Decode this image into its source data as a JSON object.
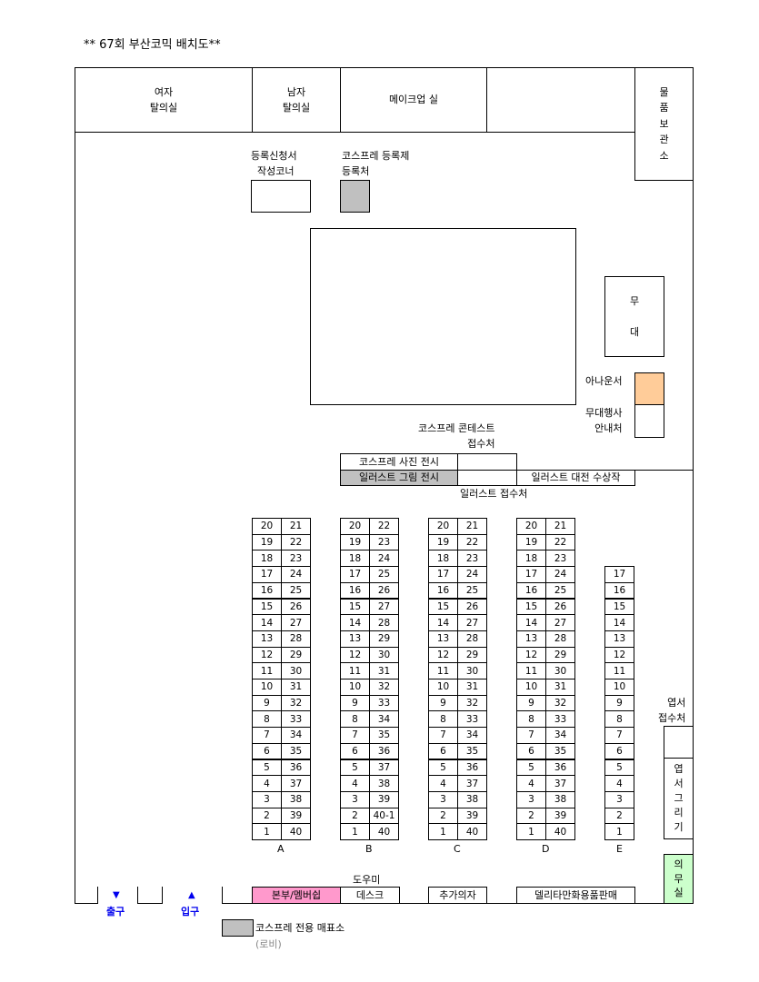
{
  "title": "**  67회 부산코믹 배치도**",
  "rooms": {
    "women_changing": "여자\n탈의실",
    "men_changing": "남자\n탈의실",
    "makeup": "메이크업 실",
    "storage": "물\n품\n보\n관\n소",
    "stage": "무\n\n대",
    "announcer": "아나운서",
    "stage_event_info": "무대행사\n안내처",
    "infirmary": "의\n무\n실"
  },
  "registration": {
    "form_corner": "등록신청서\n  작성코너",
    "cosplay_reg": "코스프레 등록제\n등록처"
  },
  "exhibits": {
    "cosplay_contest": "코스프레 콘테스트\n접수처",
    "cosplay_photo": "코스프레 사진 전시",
    "illust_drawing": "일러스트 그림 전시",
    "illust_award": "일러스트 대전 수상작",
    "illust_reception": "일러스트 접수처"
  },
  "postcard": {
    "reception": "엽서\n접수처",
    "drawing": "엽\n서\n그\n리\n기"
  },
  "columns": [
    {
      "label": "A",
      "left": [
        "20",
        "19",
        "18",
        "17",
        "16",
        "15",
        "14",
        "13",
        "12",
        "11",
        "10",
        "9",
        "8",
        "7",
        "6",
        "5",
        "4",
        "3",
        "2",
        "1"
      ],
      "right": [
        "21",
        "22",
        "23",
        "24",
        "25",
        "26",
        "27",
        "28",
        "29",
        "30",
        "31",
        "32",
        "33",
        "34",
        "35",
        "36",
        "37",
        "38",
        "39",
        "40"
      ]
    },
    {
      "label": "B",
      "left": [
        "20",
        "19",
        "18",
        "17",
        "16",
        "15",
        "14",
        "13",
        "12",
        "11",
        "10",
        "9",
        "8",
        "7",
        "6",
        "5",
        "4",
        "3",
        "2",
        "1"
      ],
      "right": [
        "22",
        "23",
        "24",
        "25",
        "26",
        "27",
        "28",
        "29",
        "30",
        "31",
        "32",
        "33",
        "34",
        "35",
        "36",
        "37",
        "38",
        "39",
        "40-1",
        "40"
      ]
    },
    {
      "label": "C",
      "left": [
        "20",
        "19",
        "18",
        "17",
        "16",
        "15",
        "14",
        "13",
        "12",
        "11",
        "10",
        "9",
        "8",
        "7",
        "6",
        "5",
        "4",
        "3",
        "2",
        "1"
      ],
      "right": [
        "21",
        "22",
        "23",
        "24",
        "25",
        "26",
        "27",
        "28",
        "29",
        "30",
        "31",
        "32",
        "33",
        "34",
        "35",
        "36",
        "37",
        "38",
        "39",
        "40"
      ]
    },
    {
      "label": "D",
      "left": [
        "20",
        "19",
        "18",
        "17",
        "16",
        "15",
        "14",
        "13",
        "12",
        "11",
        "10",
        "9",
        "8",
        "7",
        "6",
        "5",
        "4",
        "3",
        "2",
        "1"
      ],
      "right": [
        "21",
        "22",
        "23",
        "24",
        "25",
        "26",
        "27",
        "28",
        "29",
        "30",
        "31",
        "32",
        "33",
        "34",
        "35",
        "36",
        "37",
        "38",
        "39",
        "40"
      ]
    },
    {
      "label": "E",
      "left": [
        "17",
        "16",
        "15",
        "14",
        "13",
        "12",
        "11",
        "10",
        "9",
        "8",
        "7",
        "6",
        "5",
        "4",
        "3",
        "2",
        "1"
      ]
    }
  ],
  "bottom": {
    "helper": "도우미",
    "hq": "본부/멤버쉽",
    "desk": "데스크",
    "extra_chairs": "추가의자",
    "shop": "델리타만화용품판매",
    "exit": "출구",
    "exit_arrow": "▼",
    "entrance": "입구",
    "entrance_arrow": "▲"
  },
  "legend": {
    "label": "코스프레 전용 매표소",
    "sub": "(로비)"
  },
  "colors": {
    "gray": "#c0c0c0",
    "orange": "#ffcc99",
    "pink": "#ff99cc",
    "green": "#ccffcc",
    "blue": "#0000ee"
  }
}
